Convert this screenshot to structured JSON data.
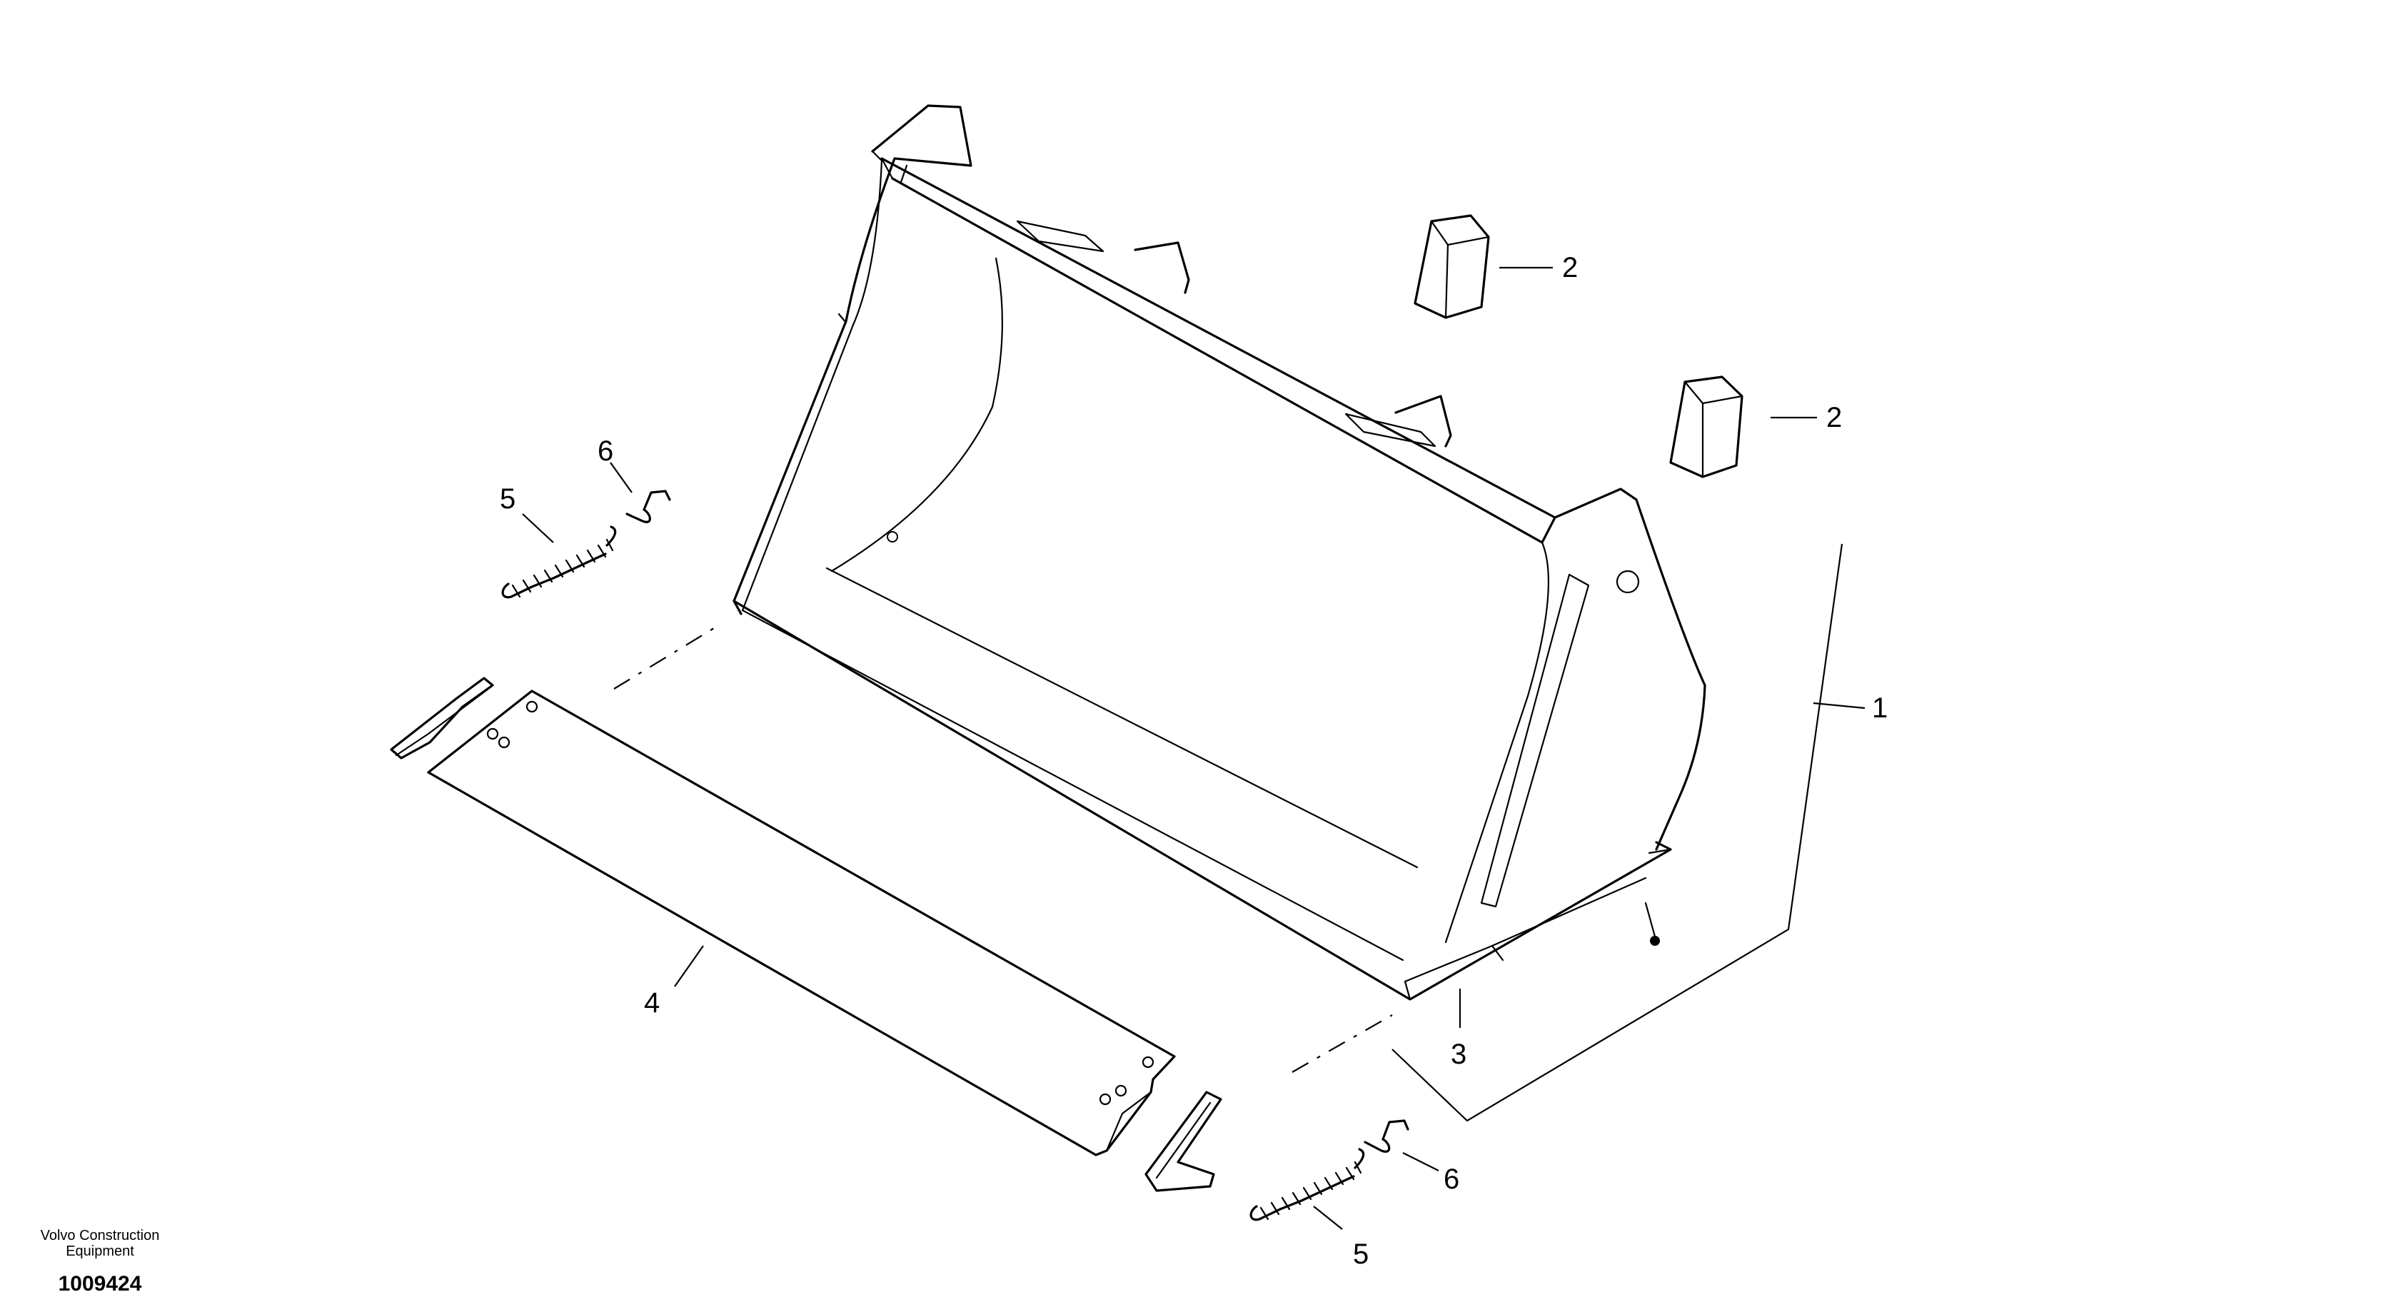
{
  "callouts": {
    "bucket": "1",
    "tooth_upper": "2",
    "tooth_lower": "2",
    "side_cutter": "3",
    "cutting_edge": "4",
    "spring_left": "5",
    "spring_right": "5",
    "clip_left": "6",
    "clip_right": "6"
  },
  "footer": {
    "maker_line1": "Volvo Construction",
    "maker_line2": "Equipment",
    "drawing_number": "1009424"
  }
}
